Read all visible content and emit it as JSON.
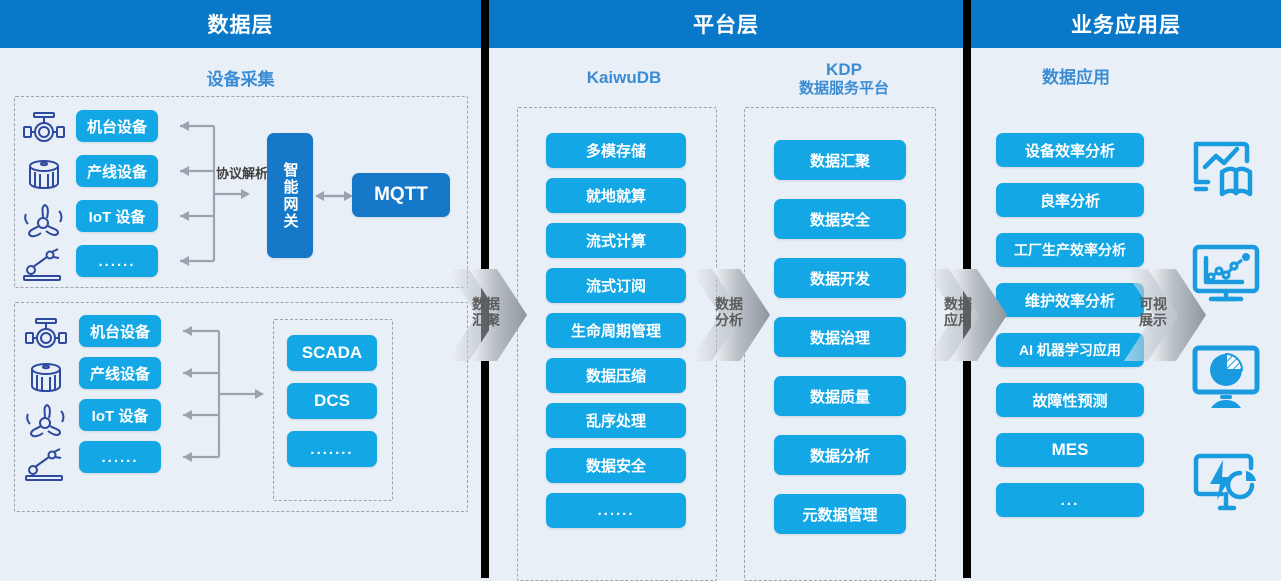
{
  "columns": {
    "data": {
      "header": "数据层",
      "section_title": "设备采集",
      "group_top": {
        "devices": [
          "机台设备",
          "产线设备",
          "IoT 设备",
          "......"
        ],
        "protocol_label": "协议解析",
        "gateway": "智能网关",
        "broker": "MQTT"
      },
      "group_bottom": {
        "devices": [
          "机台设备",
          "产线设备",
          "IoT 设备",
          "......"
        ],
        "systems": [
          "SCADA",
          "DCS",
          "......."
        ]
      }
    },
    "platform": {
      "header": "平台层",
      "kaiwudb": {
        "title": "KaiwuDB",
        "items": [
          "多模存储",
          "就地就算",
          "流式计算",
          "流式订阅",
          "生命周期管理",
          "数据压缩",
          "乱序处理",
          "数据安全",
          "......"
        ]
      },
      "kdp": {
        "title_line1": "KDP",
        "title_line2": "数据服务平台",
        "items": [
          "数据汇聚",
          "数据安全",
          "数据开发",
          "数据治理",
          "数据质量",
          "数据分析",
          "元数据管理"
        ]
      }
    },
    "business": {
      "header": "业务应用层",
      "section_title": "数据应用",
      "items": [
        "设备效率分析",
        "良率分析",
        "工厂生产效率分析",
        "维护效率分析",
        "AI 机器学习应用",
        "故障性预测",
        "MES",
        "..."
      ]
    }
  },
  "flow_arrows": [
    {
      "line1": "数据",
      "line2": "汇聚"
    },
    {
      "line1": "数据",
      "line2": "分析"
    },
    {
      "line1": "数据",
      "line2": "应用"
    },
    {
      "line1": "可视",
      "line2": "展示"
    }
  ],
  "device_icons": [
    "valve-icon",
    "tank-icon",
    "turbine-icon",
    "robot-arm-icon"
  ],
  "visualization_icons": [
    "report-chart-icon",
    "monitor-line-chart-icon",
    "monitor-pie-chart-icon",
    "monitor-energy-icon"
  ],
  "colors": {
    "header_blue": "#0a78c8",
    "chip_blue": "#13a7e5",
    "chip_dark_blue": "#1578c8",
    "panel_bg": "#e9eff7",
    "section_title": "#3a8dd4",
    "icon_navy": "#2e4a9e",
    "icon_blue": "#1a9be0",
    "arrow_grey": "#9aa4ae"
  }
}
